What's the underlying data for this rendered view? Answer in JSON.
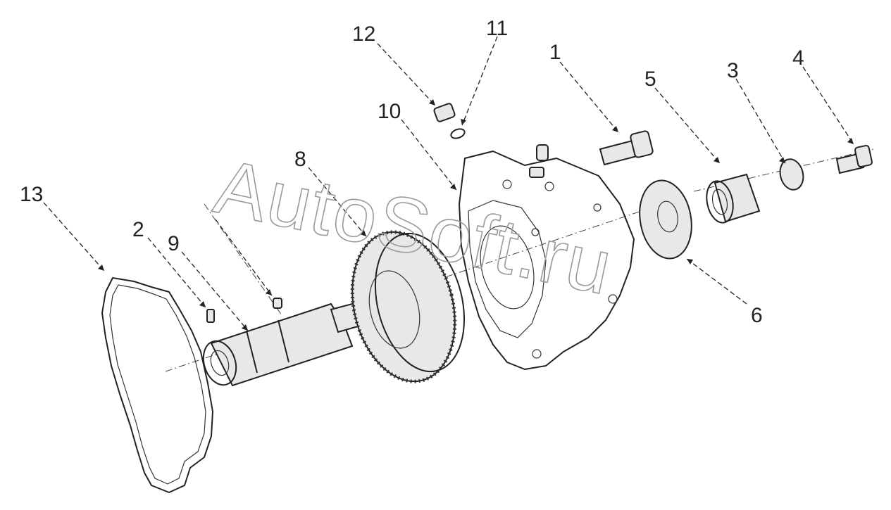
{
  "diagram": {
    "watermark": "AutoSoft.ru",
    "callouts": [
      {
        "id": "1",
        "label": "1"
      },
      {
        "id": "2",
        "label": "2"
      },
      {
        "id": "3",
        "label": "3"
      },
      {
        "id": "4",
        "label": "4"
      },
      {
        "id": "5",
        "label": "5"
      },
      {
        "id": "6",
        "label": "6"
      },
      {
        "id": "8",
        "label": "8"
      },
      {
        "id": "9",
        "label": "9"
      },
      {
        "id": "10",
        "label": "10"
      },
      {
        "id": "11",
        "label": "11"
      },
      {
        "id": "12",
        "label": "12"
      },
      {
        "id": "13",
        "label": "13"
      }
    ]
  }
}
